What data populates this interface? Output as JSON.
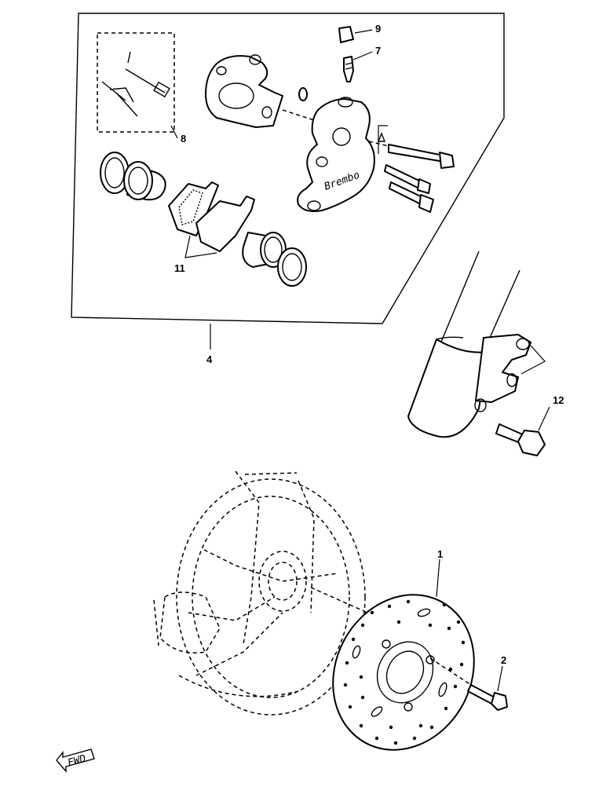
{
  "callouts": {
    "c1": "1",
    "c2": "2",
    "c4": "4",
    "c7": "7",
    "c8": "8",
    "c9": "9",
    "c11": "11",
    "c12": "12"
  },
  "direction_marker": "FWD",
  "caliper_logo": "Brembo"
}
